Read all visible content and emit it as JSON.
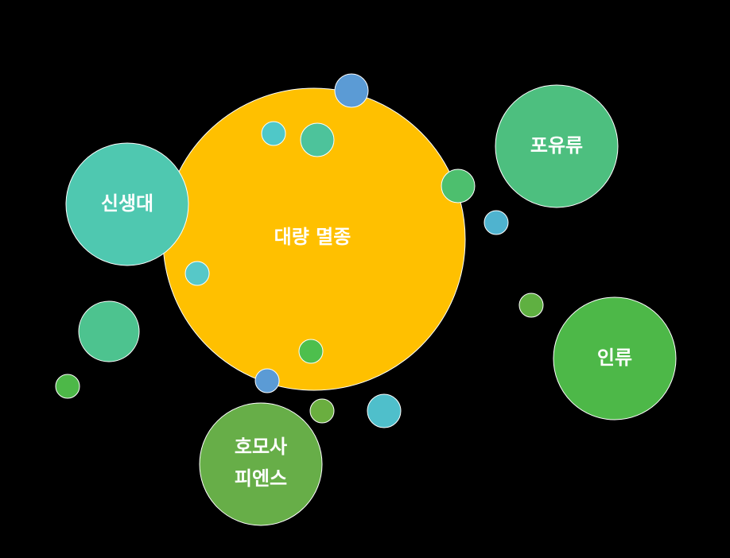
{
  "diagram": {
    "center": {
      "label": "대량 멸종",
      "color": "#FFC000"
    },
    "nodes": [
      {
        "label": "신생대",
        "color": "#4FC8B0"
      },
      {
        "label": "포유류",
        "color": "#4DBF7F"
      },
      {
        "label": "인류",
        "color": "#4DB848"
      },
      {
        "label_line1": "호모사",
        "label_line2": "피엔스",
        "color": "#67AE48"
      }
    ],
    "dots": [
      {
        "color": "#5B9BD5"
      },
      {
        "color": "#4FC8C8"
      },
      {
        "color": "#4DC39B"
      },
      {
        "color": "#4DBF6E"
      },
      {
        "color": "#4FB3CF"
      },
      {
        "color": "#56C8C8"
      },
      {
        "color": "#4DBF4D"
      },
      {
        "color": "#5B9BD5"
      },
      {
        "color": "#6AAE3F"
      },
      {
        "color": "#4FBFCB"
      },
      {
        "color": "#5FB041"
      },
      {
        "color": "#4DC38F"
      },
      {
        "color": "#4DB848"
      }
    ]
  }
}
